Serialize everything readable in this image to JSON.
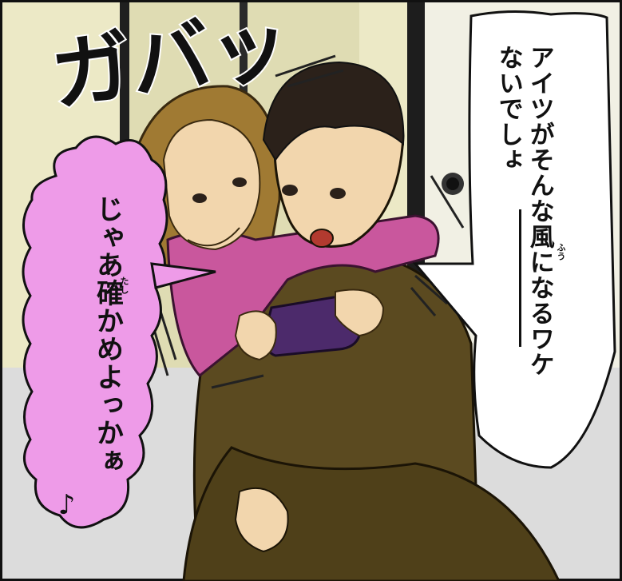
{
  "sfx": "ガバッ",
  "bubbles": {
    "male": {
      "line1": "アイツがそんな風になるワケ",
      "line2": "ないでしょ",
      "ruby": "ふう"
    },
    "female": {
      "line1": "じゃあ確かめよっかぁ",
      "line2": "♪",
      "ruby": "たし"
    }
  },
  "colors": {
    "female_bubble": "#ee9be8",
    "male_bubble": "#ffffff",
    "pink_sweater": "#c9579d",
    "brown_sweater": "#5b4a20",
    "hair_blonde": "#a07a33",
    "hair_dark": "#2b211a",
    "skin": "#f2d6ad",
    "game_device": "#4c2a6b",
    "wall": "#ece9c6",
    "floor": "#dcdcdc"
  }
}
